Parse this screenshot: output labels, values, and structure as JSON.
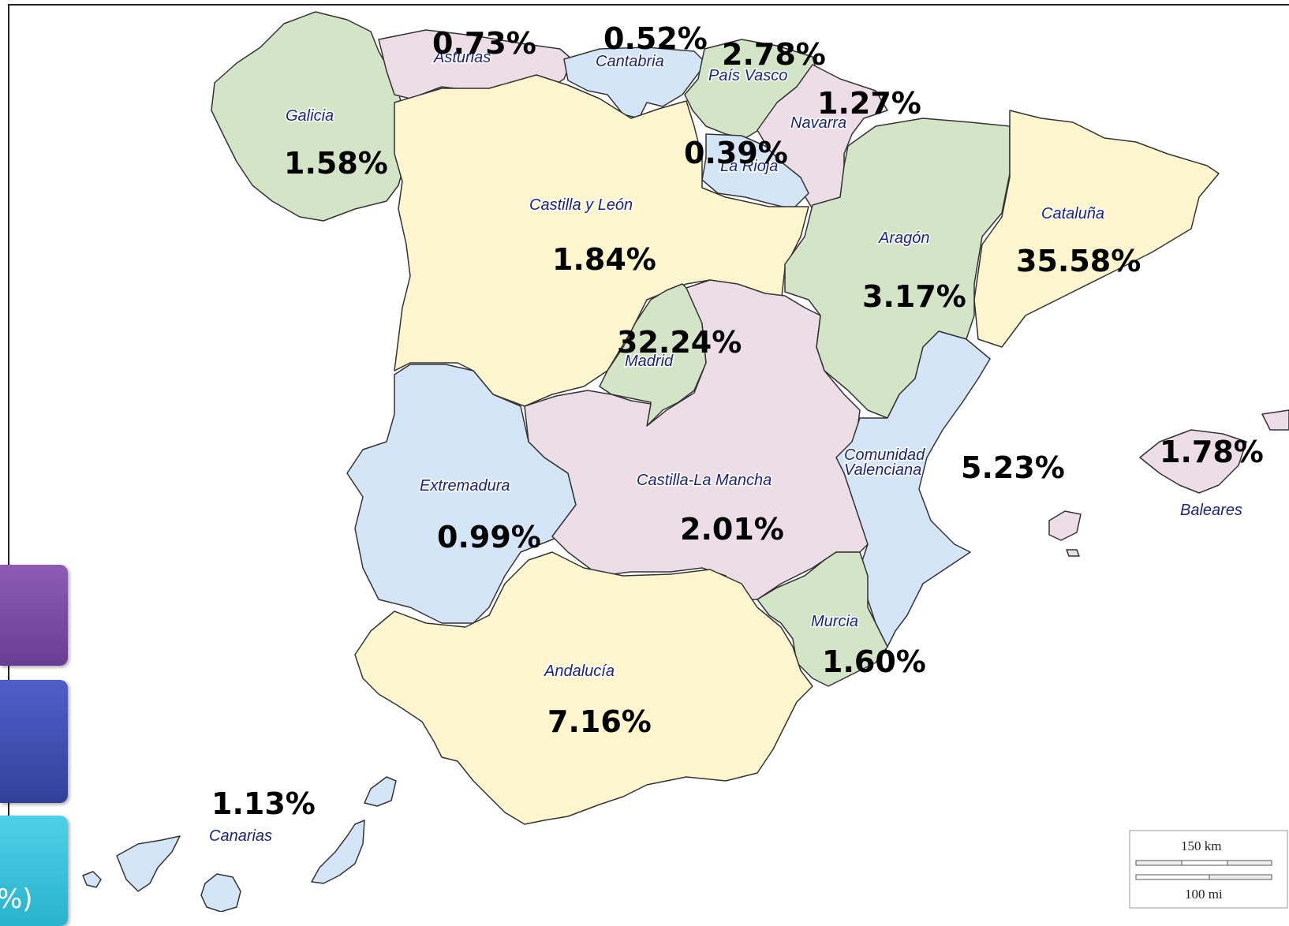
{
  "regions": [
    {
      "id": "galicia",
      "name": "Galicia",
      "pct": "1.58%",
      "fill": "#d3e5c6"
    },
    {
      "id": "asturias",
      "name": "Asturias",
      "pct": "0.73%",
      "fill": "#ecdde7"
    },
    {
      "id": "cantabria",
      "name": "Cantabria",
      "pct": "0.52%",
      "fill": "#d4e5f8"
    },
    {
      "id": "pais-vasco",
      "name": "País Vasco",
      "pct": "2.78%",
      "fill": "#d3e5c6"
    },
    {
      "id": "navarra",
      "name": "Navarra",
      "pct": "1.27%",
      "fill": "#ecdde7"
    },
    {
      "id": "la-rioja",
      "name": "La Rioja",
      "pct": "0.39%",
      "fill": "#d4e5f8"
    },
    {
      "id": "castilla-leon",
      "name": "Castilla y León",
      "pct": "1.84%",
      "fill": "#fdf5cd"
    },
    {
      "id": "aragon",
      "name": "Aragón",
      "pct": "3.17%",
      "fill": "#d3e5c6"
    },
    {
      "id": "cataluna",
      "name": "Cataluña",
      "pct": "35.58%",
      "fill": "#fdf5cd"
    },
    {
      "id": "madrid",
      "name": "Madrid",
      "pct": "32.24%",
      "fill": "#d3e5c6"
    },
    {
      "id": "extremadura",
      "name": "Extremadura",
      "pct": "0.99%",
      "fill": "#d4e5f8"
    },
    {
      "id": "castilla-la-mancha",
      "name": "Castilla-La Mancha",
      "pct": "2.01%",
      "fill": "#ecdde7"
    },
    {
      "id": "valenciana",
      "name": "Comunidad Valenciana",
      "name_lines": [
        "Comunidad",
        "Valenciana"
      ],
      "pct": "5.23%",
      "fill": "#d4e5f8"
    },
    {
      "id": "baleares",
      "name": "Baleares",
      "pct": "1.78%",
      "fill": "#ecdde7"
    },
    {
      "id": "murcia",
      "name": "Murcia",
      "pct": "1.60%",
      "fill": "#d3e5c6"
    },
    {
      "id": "andalucia",
      "name": "Andalucía",
      "pct": "7.16%",
      "fill": "#fdf5cd"
    },
    {
      "id": "canarias",
      "name": "Canarias",
      "pct": "1.13%",
      "fill": "#d4e5f8"
    }
  ],
  "scale_bar": {
    "km_label": "150 km",
    "mi_label": "100 mi"
  },
  "side_buttons": {
    "third_partial_text": "%)"
  },
  "colors": {
    "border": "#333333",
    "label": "#1a237e",
    "button_purple": "#7b4aa5",
    "button_blue": "#3f4fb5",
    "button_cyan": "#3cc3dc"
  }
}
